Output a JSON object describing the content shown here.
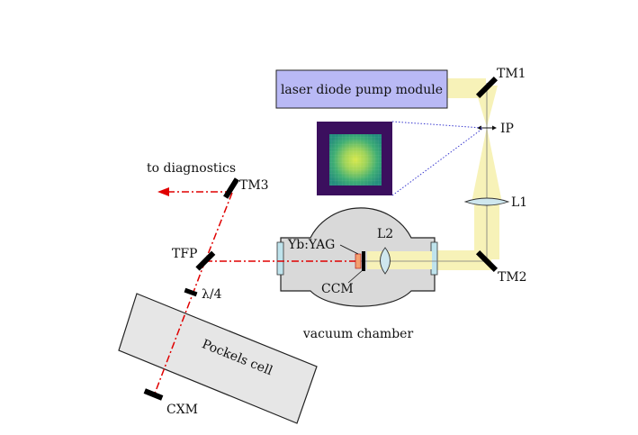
{
  "labels": {
    "pump_module": "laser diode pump module",
    "tm1": "TM1",
    "ip": "IP",
    "l1": "L1",
    "tm2": "TM2",
    "tm3": "TM3",
    "to_diagnostics": "to diagnostics",
    "tfp": "TFP",
    "yb_yag": "Yb:YAG",
    "l2": "L2",
    "ccm": "CCM",
    "vacuum_chamber": "vacuum chamber",
    "quarter_wave": "λ/4",
    "pockels_cell": "Pockels cell",
    "cxm": "CXM"
  },
  "colors": {
    "pump_module_fill": "#b9b9f5",
    "pump_beam": "#f7f2b8",
    "laser_beam": "#e00000",
    "chamber_fill": "#d9d9d9",
    "pockels_fill": "#e6e6e6",
    "window_fill": "#bfe3ec",
    "lens_fill": "#cfe7ee",
    "crystal_fill": "#f3a070",
    "mirror": "#000000",
    "inset_link": "#3b3bd0"
  }
}
